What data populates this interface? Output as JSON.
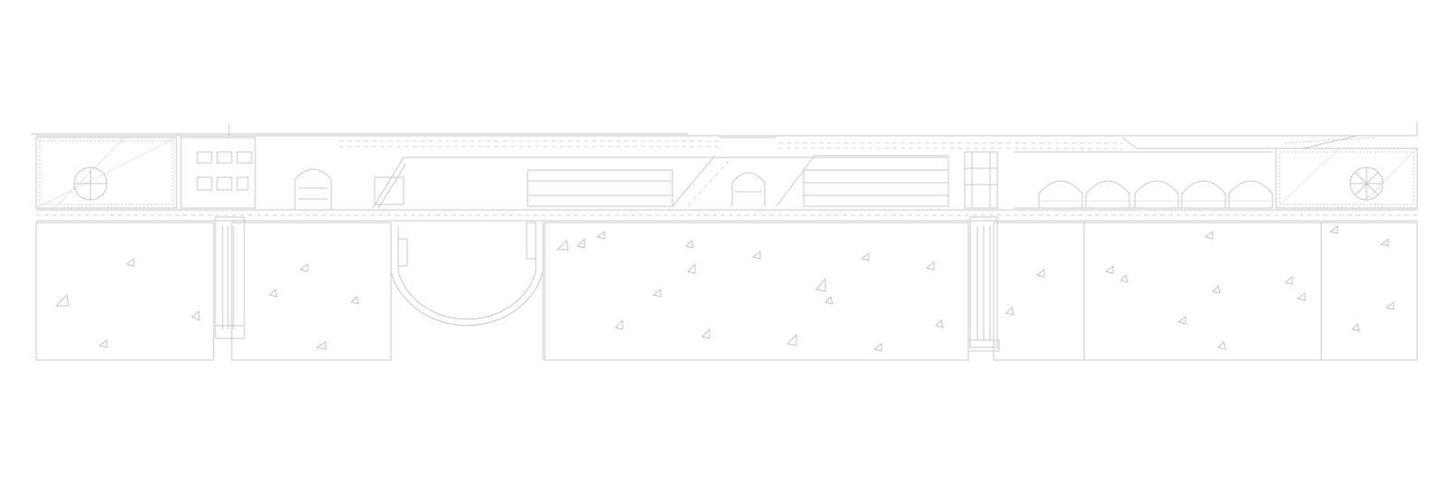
{
  "drawing": {
    "type": "architectural-elevation-line-drawing",
    "background_color": "#ffffff",
    "line_color": "#c9c9c9",
    "arch_bays_count": 5,
    "lower_panels_count": 6,
    "text_labels": []
  }
}
